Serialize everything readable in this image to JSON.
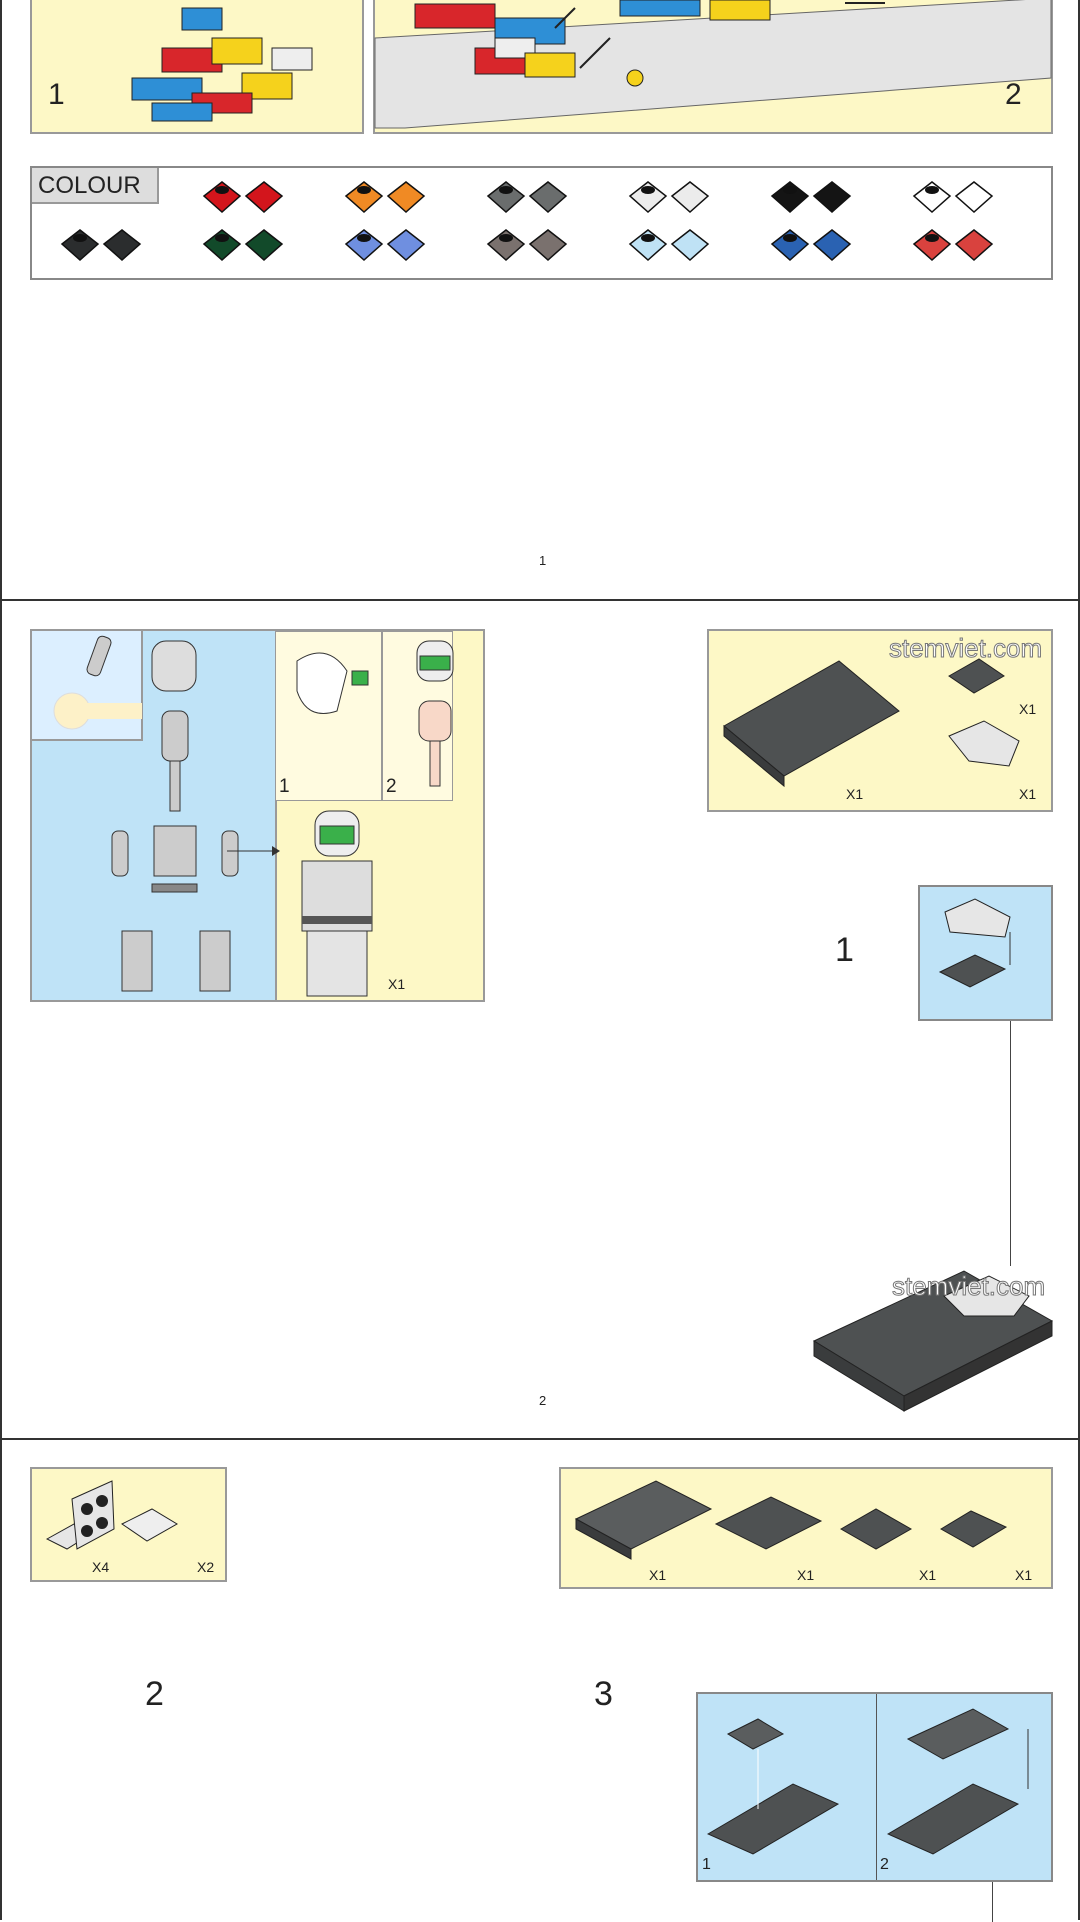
{
  "page1": {
    "panel1_label": "1",
    "panel2_label": "2",
    "colour_label": "COLOUR",
    "colours_top": [
      "#d3151c",
      "#f08a24",
      "#6a6d6d",
      "#ececec",
      "#141414",
      "#ffffff"
    ],
    "colours_bottom": [
      "#2b2d2e",
      "#124a2a",
      "#6f8fe0",
      "#7a716e",
      "#bfe2f5",
      "#2a62b2",
      "#d9423e"
    ],
    "page_number": "1"
  },
  "page2": {
    "minifig": {
      "sub1": "1",
      "sub2": "2",
      "qty": "X1"
    },
    "parts": {
      "watermark": "stemviet.com",
      "qty_plate": "X1",
      "qty_clip": "X1",
      "qty_slope": "X1"
    },
    "step1": {
      "number": "1"
    },
    "assembly_watermark": "stemviet.com",
    "page_number": "2"
  },
  "page3": {
    "parts_small": {
      "qty_bracket": "X4",
      "qty_clip": "X2"
    },
    "parts_large": {
      "qty": [
        "X1",
        "X1",
        "X1",
        "X1"
      ]
    },
    "step2": {
      "number": "2"
    },
    "step3": {
      "number": "3",
      "sub1": "1",
      "sub2": "2"
    }
  }
}
